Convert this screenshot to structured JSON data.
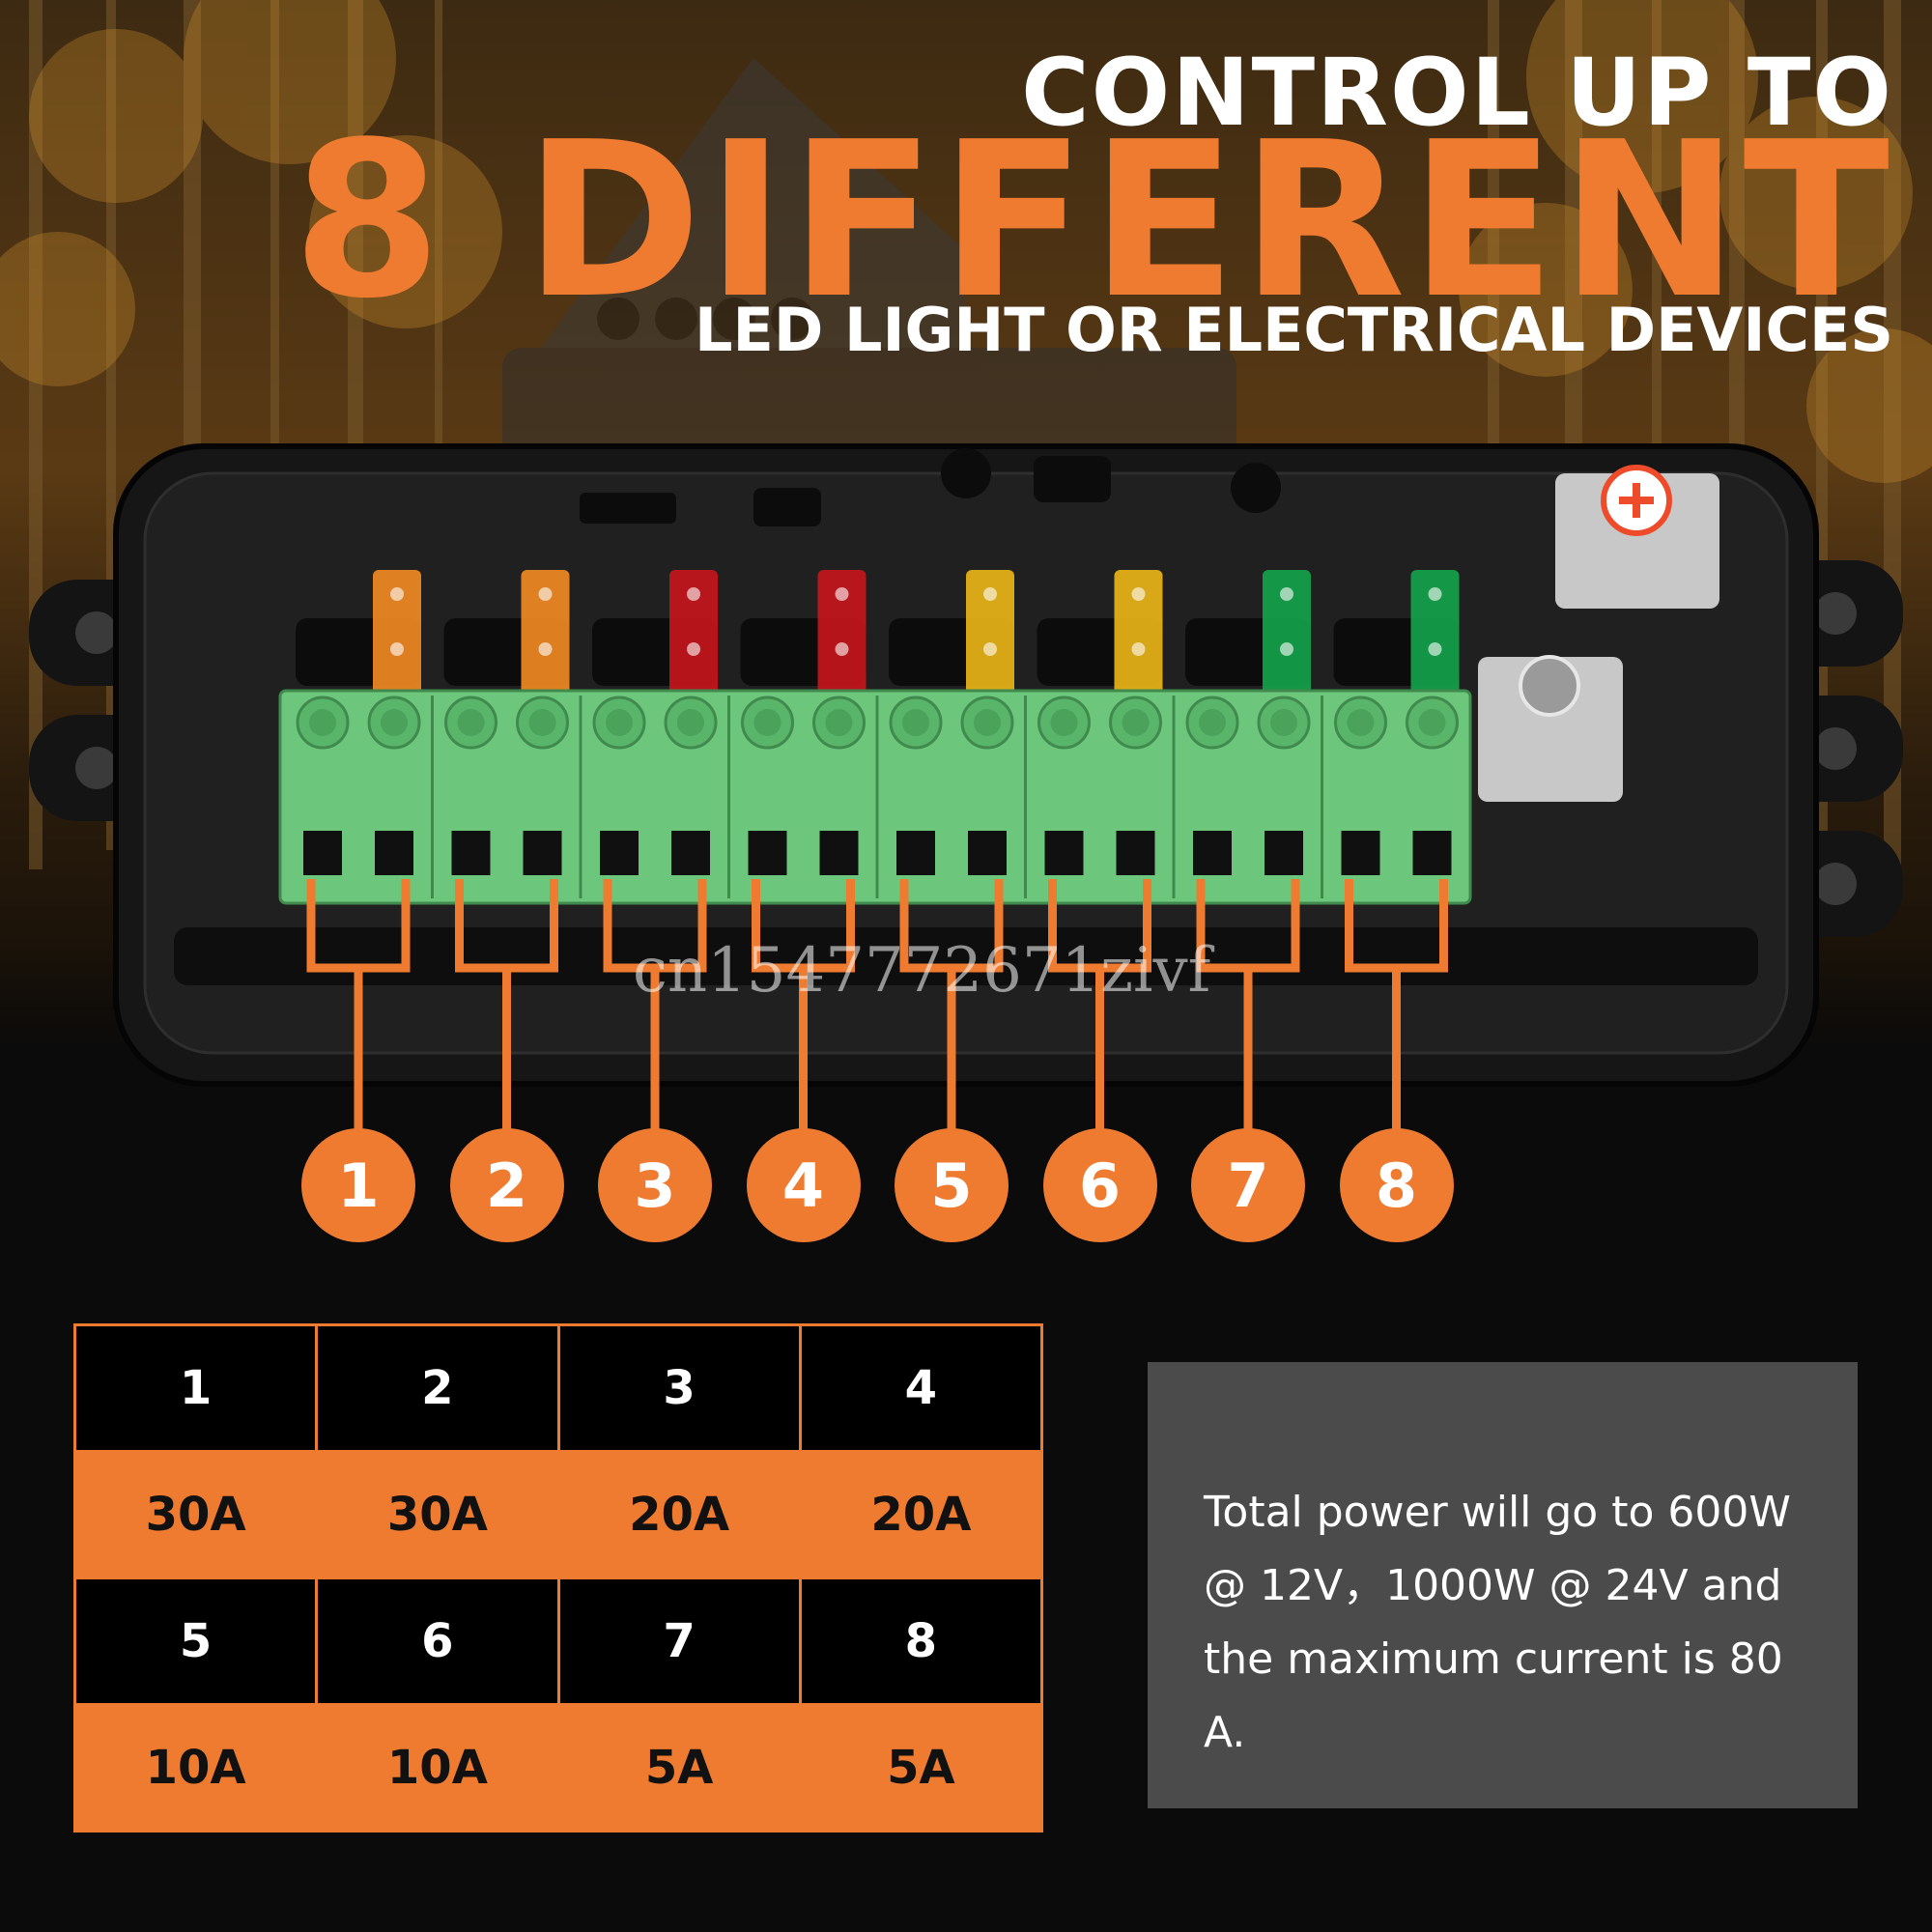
{
  "headline": {
    "line1": "CONTROL UP TO",
    "line2": "8 DIFFERENT",
    "line3": "LED LIGHT OR ELECTRICAL DEVICES"
  },
  "watermark": "cn1547772671zivf",
  "channels": [
    {
      "number": "1",
      "rating": "30A",
      "fuse_color": "#f08a24"
    },
    {
      "number": "2",
      "rating": "30A",
      "fuse_color": "#f08a24"
    },
    {
      "number": "3",
      "rating": "20A",
      "fuse_color": "#c4161c"
    },
    {
      "number": "4",
      "rating": "20A",
      "fuse_color": "#c4161c"
    },
    {
      "number": "5",
      "rating": "10A",
      "fuse_color": "#e8b418"
    },
    {
      "number": "6",
      "rating": "10A",
      "fuse_color": "#e8b418"
    },
    {
      "number": "7",
      "rating": "5A",
      "fuse_color": "#13a24a"
    },
    {
      "number": "8",
      "rating": "5A",
      "fuse_color": "#13a24a"
    }
  ],
  "info": {
    "lines": [
      "Total power will go to 600W",
      "@ 12V，1000W @ 24V and",
      "the maximum current is 80 A."
    ]
  },
  "colors": {
    "accent": "#ee7b30",
    "terminal_green": "#6cc77c",
    "info_box": "#4b4b4b"
  }
}
